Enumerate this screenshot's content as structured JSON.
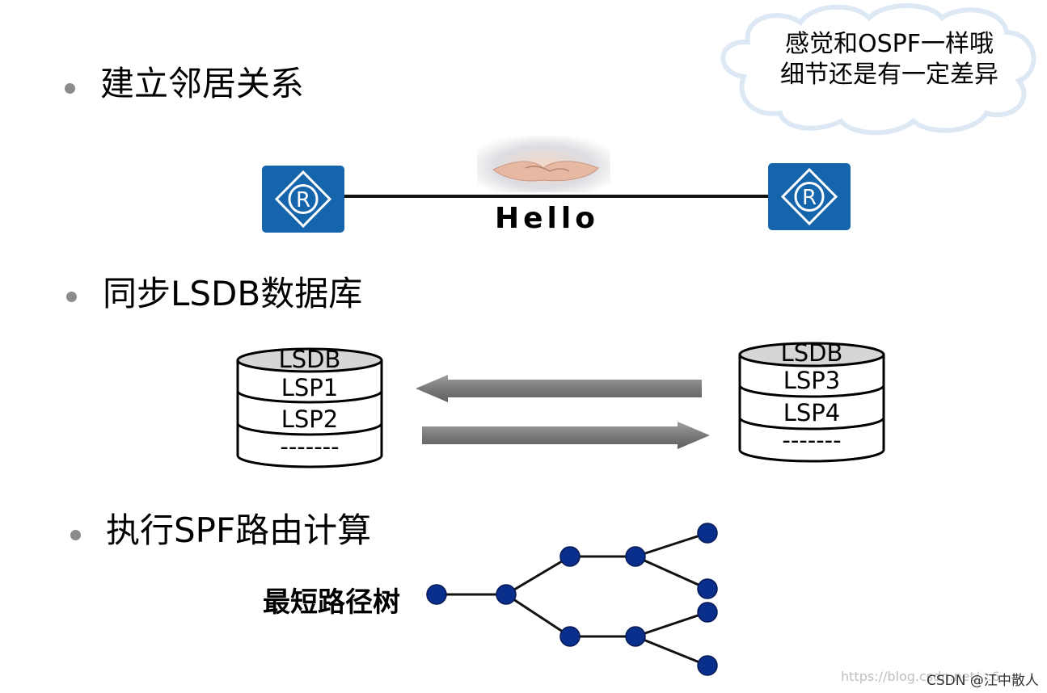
{
  "cloud": {
    "line1": "感觉和OSPF一样哦",
    "line2": "细节还是有一定差异"
  },
  "sections": {
    "neighbor": {
      "title": "建立邻居关系",
      "hello": "Hello",
      "router_symbol": "R"
    },
    "sync": {
      "title": "同步LSDB数据库",
      "left_db": {
        "header": "LSDB",
        "rows": [
          "LSP1",
          "LSP2",
          "-------"
        ]
      },
      "right_db": {
        "header": "LSDB",
        "rows": [
          "LSP3",
          "LSP4",
          "-------"
        ]
      }
    },
    "spf": {
      "title": "执行SPF路由计算",
      "tree_label": "最短路径树"
    }
  },
  "colors": {
    "router_blue": "#1565ad",
    "node_blue": "#0a2e8c",
    "bullet_gray": "#8c8c8c",
    "arrow_gray": "#7a7a7a"
  },
  "watermark": {
    "faint": "https://blog.csdn.net/...6",
    "visible": "CSDN @江中散人"
  }
}
